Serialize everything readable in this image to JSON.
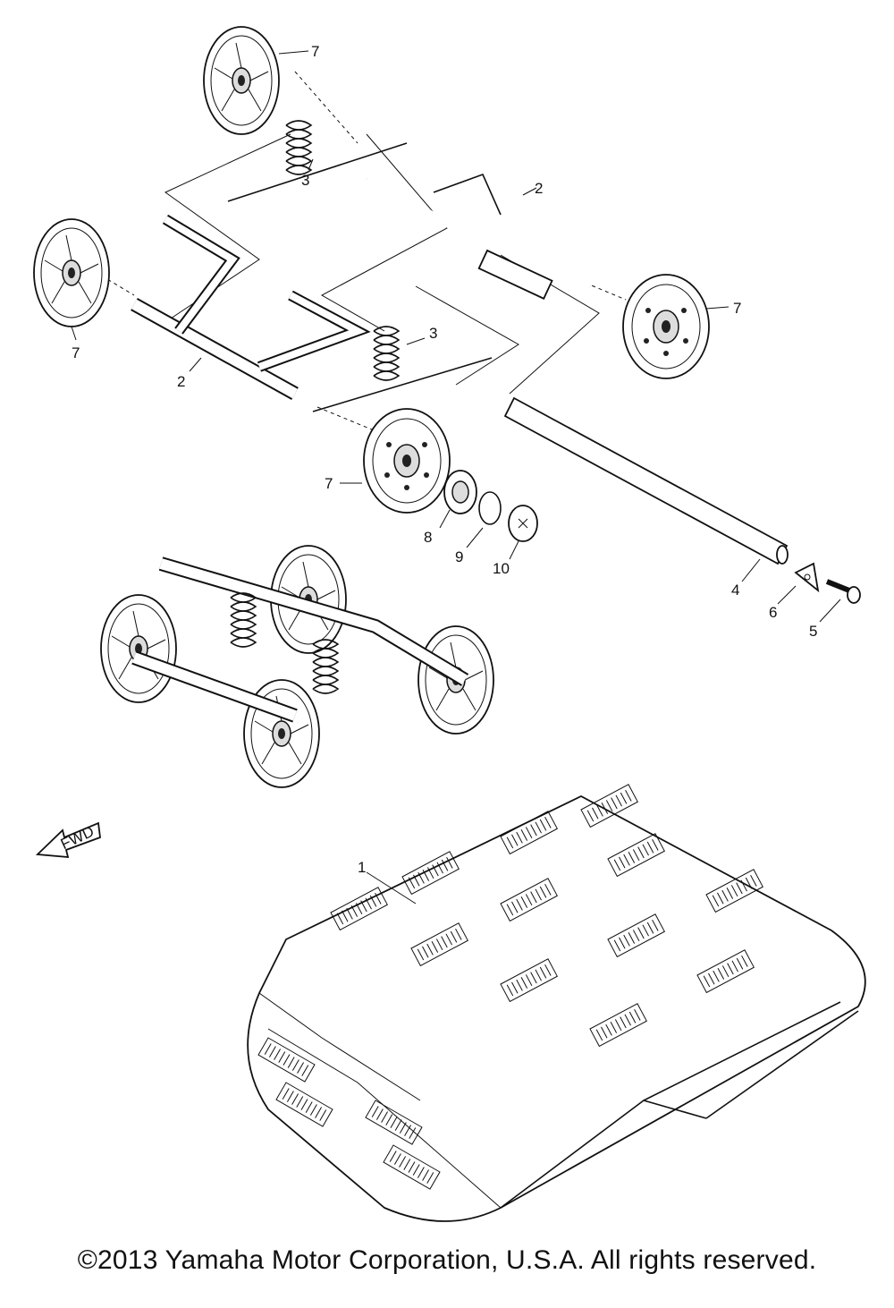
{
  "callouts": [
    {
      "id": "c7a",
      "label": "7"
    },
    {
      "id": "c3a",
      "label": "3"
    },
    {
      "id": "c2a",
      "label": "2"
    },
    {
      "id": "c7b",
      "label": "7"
    },
    {
      "id": "c7c",
      "label": "7"
    },
    {
      "id": "c2b",
      "label": "2"
    },
    {
      "id": "c3b",
      "label": "3"
    },
    {
      "id": "c7d",
      "label": "7"
    },
    {
      "id": "c8",
      "label": "8"
    },
    {
      "id": "c9",
      "label": "9"
    },
    {
      "id": "c10",
      "label": "10"
    },
    {
      "id": "c4",
      "label": "4"
    },
    {
      "id": "c6",
      "label": "6"
    },
    {
      "id": "c5",
      "label": "5"
    },
    {
      "id": "c1",
      "label": "1"
    }
  ],
  "fwd_arrow": {
    "label": "FWD"
  },
  "footer": {
    "copyright": "©2013 Yamaha Motor Corporation, U.S.A. All rights reserved."
  }
}
